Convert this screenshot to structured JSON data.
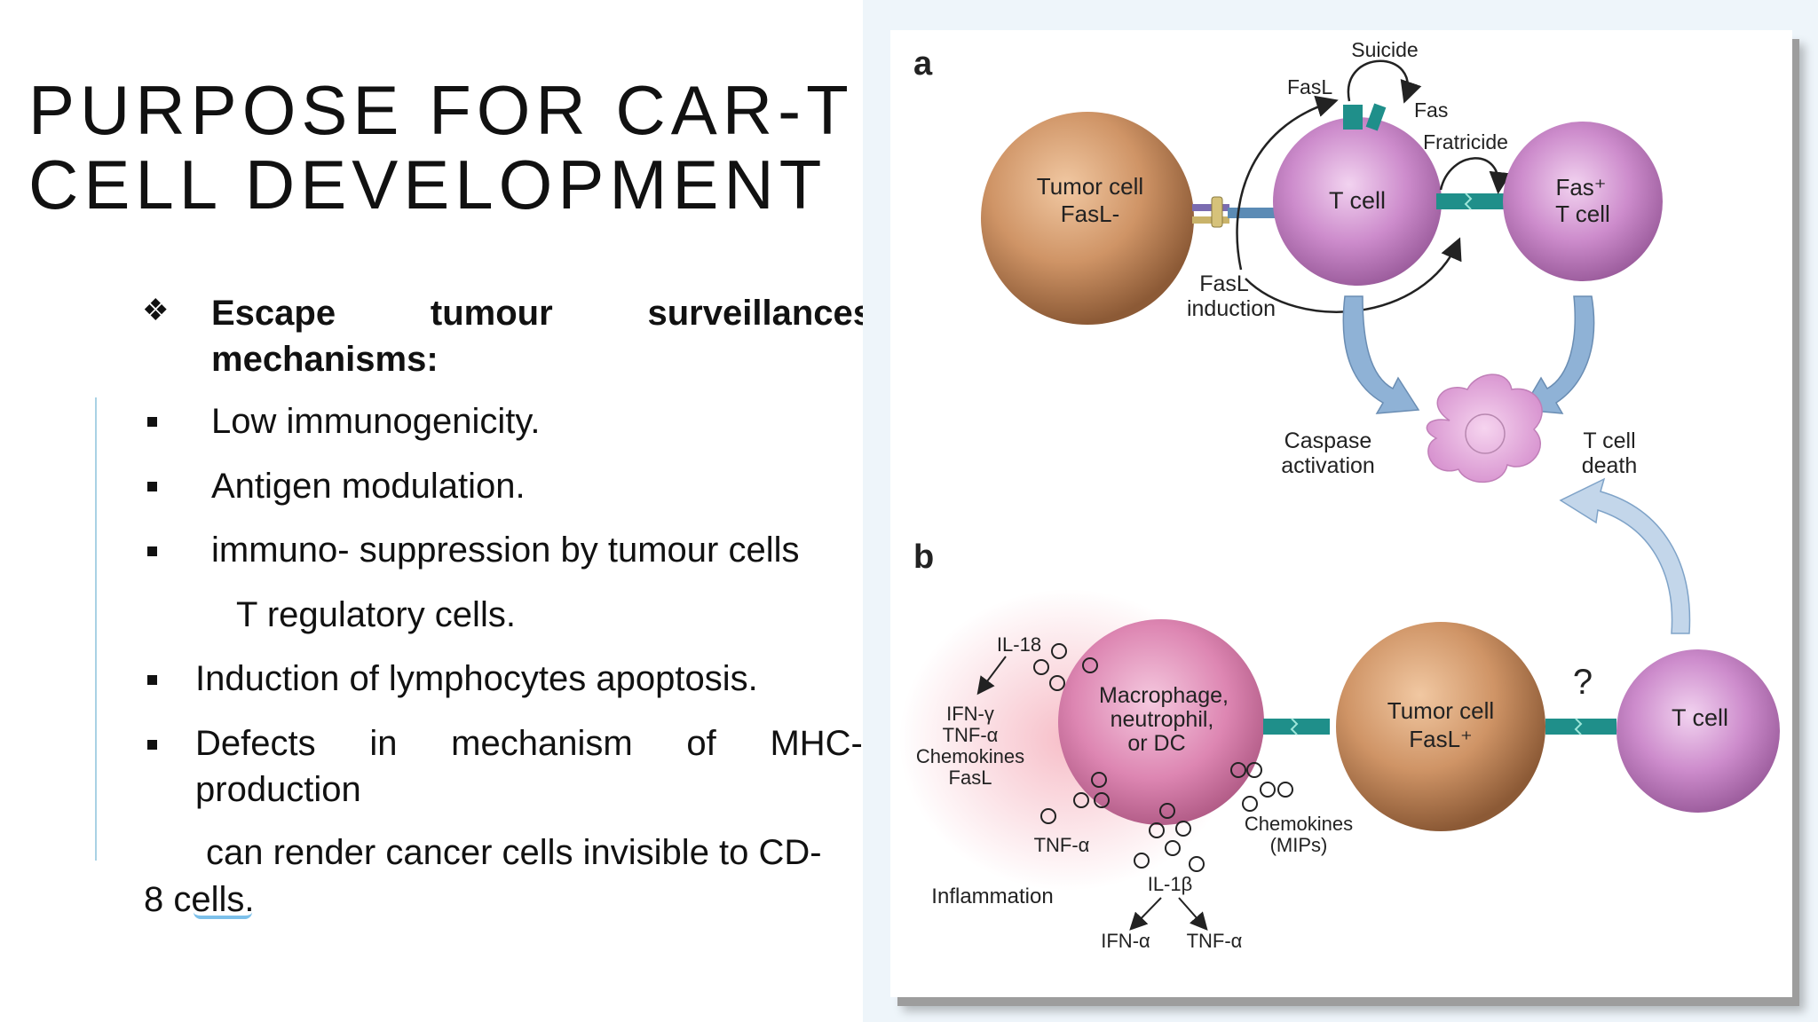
{
  "slide": {
    "title_line1": "PURPOSE FOR CAR-T",
    "title_line2": "CELL DEVELOPMENT"
  },
  "bullets": {
    "heading_word1": "Escape",
    "heading_word2": "tumour",
    "heading_word3": "surveillances",
    "heading_line2": "mechanisms:",
    "item1": "Low immunogenicity.",
    "item2": "Antigen modulation.",
    "item3": "immuno- suppression by tumour cells",
    "item3_sub": "T regulatory cells.",
    "item4": "Induction of lymphocytes apoptosis.",
    "item5_words": [
      "Defects",
      "in",
      "mechanism",
      "of",
      "MHC-I"
    ],
    "item5_line2": "production",
    "tail_line1": "can render cancer cells invisible to CD-",
    "tail_line2": "8 cells."
  },
  "figure": {
    "panel_a": "a",
    "panel_b": "b",
    "tumor_cell_a": [
      "Tumor cell",
      "FasL-"
    ],
    "t_cell_a": "T cell",
    "fas_t_cell": [
      "Fas⁺",
      "T cell"
    ],
    "suicide": "Suicide",
    "fasl": "FasL",
    "fas": "Fas",
    "fratricide": "Fratricide",
    "fasl_induction": [
      "FasL",
      "induction"
    ],
    "caspase": [
      "Caspase",
      "activation"
    ],
    "t_cell_death": [
      "T cell",
      "death"
    ],
    "il18": "IL-18",
    "cytokines_left": [
      "IFN-γ",
      "TNF-α",
      "Chemokines",
      "FasL"
    ],
    "macrophage": [
      "Macrophage,",
      "neutrophil,",
      "or DC"
    ],
    "tumor_cell_b": [
      "Tumor cell",
      "FasL⁺"
    ],
    "question": "?",
    "t_cell_b": "T cell",
    "tnf_a": "TNF-α",
    "chemokines": [
      "Chemokines",
      "(MIPs)"
    ],
    "inflammation": "Inflammation",
    "il1b": "IL-1β",
    "ifn_a": "IFN-α",
    "tnf_a2": "TNF-α"
  },
  "colors": {
    "accent_rule": "#a9d2e4",
    "t_cell": "#c77fc6",
    "tumor_cell": "#c98a5a",
    "connector": "#2a9d8f",
    "arrow_blue": "#7fa3c8"
  }
}
